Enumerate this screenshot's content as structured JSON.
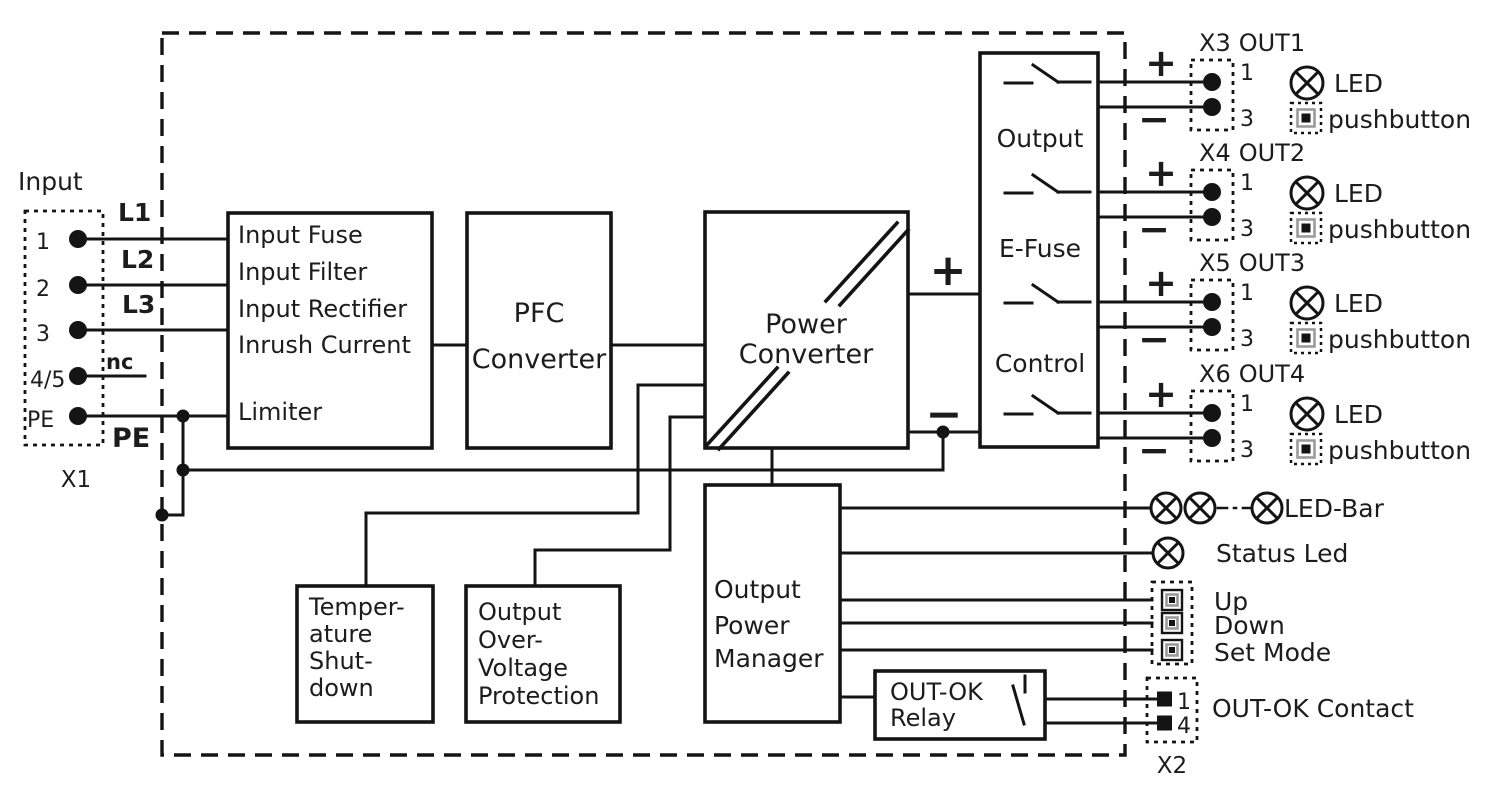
{
  "diagram": {
    "input": {
      "label": "Input",
      "connector": "X1",
      "pins": [
        "1",
        "2",
        "3",
        "4/5",
        "PE"
      ],
      "wire_labels": [
        "L1",
        "L2",
        "L3",
        "nc",
        "PE"
      ]
    },
    "blocks": {
      "input_stage": {
        "lines": [
          "Input Fuse",
          "Input Filter",
          "Input Rectifier",
          "Inrush Current",
          "Limiter"
        ]
      },
      "pfc": {
        "lines": [
          "PFC",
          "Converter"
        ]
      },
      "power_converter": {
        "lines": [
          "Power",
          "Converter"
        ]
      },
      "efuse": {
        "labels": [
          "Output",
          "E-Fuse",
          "Control"
        ]
      },
      "temperature": {
        "lines": [
          "Temper-",
          "ature",
          "Shut-",
          "down"
        ]
      },
      "ovp": {
        "lines": [
          "Output",
          "Over-",
          "Voltage",
          "Protection"
        ]
      },
      "opm": {
        "lines": [
          "Output",
          "Power",
          "Manager"
        ]
      },
      "relay": {
        "lines": [
          "OUT-OK",
          "Relay"
        ]
      }
    },
    "rails": {
      "plus": "+",
      "minus": "−"
    },
    "outputs": [
      {
        "connector": "X3",
        "name": "OUT1",
        "pin_top": "1",
        "pin_bottom": "3",
        "plus": "+",
        "minus": "−",
        "led": "LED",
        "pushbutton": "pushbutton"
      },
      {
        "connector": "X4",
        "name": "OUT2",
        "pin_top": "1",
        "pin_bottom": "3",
        "plus": "+",
        "minus": "−",
        "led": "LED",
        "pushbutton": "pushbutton"
      },
      {
        "connector": "X5",
        "name": "OUT3",
        "pin_top": "1",
        "pin_bottom": "3",
        "plus": "+",
        "minus": "−",
        "led": "LED",
        "pushbutton": "pushbutton"
      },
      {
        "connector": "X6",
        "name": "OUT4",
        "pin_top": "1",
        "pin_bottom": "3",
        "plus": "+",
        "minus": "−",
        "led": "LED",
        "pushbutton": "pushbutton"
      }
    ],
    "indicators": {
      "led_bar": "LED-Bar",
      "status_led": "Status Led"
    },
    "buttons": [
      "Up",
      "Down",
      "Set Mode"
    ],
    "out_ok": {
      "connector": "X2",
      "pin_top": "1",
      "pin_bottom": "4",
      "label": "OUT-OK Contact"
    }
  }
}
